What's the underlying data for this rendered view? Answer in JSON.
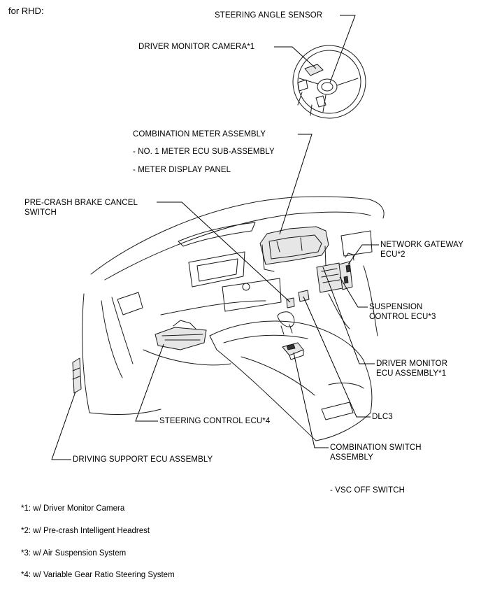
{
  "header": {
    "variant": "for RHD:"
  },
  "labels": {
    "steering_angle_sensor": "STEERING ANGLE SENSOR",
    "driver_monitor_camera": "DRIVER MONITOR CAMERA*1",
    "combination_meter": "COMBINATION METER ASSEMBLY",
    "meter_ecu": "- NO. 1 METER ECU SUB-ASSEMBLY",
    "meter_display": "- METER DISPLAY PANEL",
    "pre_crash_line1": "PRE-CRASH BRAKE CANCEL",
    "pre_crash_line2": "SWITCH",
    "network_gateway_line1": "NETWORK GATEWAY",
    "network_gateway_line2": "ECU*2",
    "suspension_line1": "SUSPENSION",
    "suspension_line2": "CONTROL ECU*3",
    "driver_monitor_ecu_line1": "DRIVER MONITOR",
    "driver_monitor_ecu_line2": "ECU ASSEMBLY*1",
    "dlc3": "DLC3",
    "steering_control_ecu": "STEERING CONTROL ECU*4",
    "combination_switch_line1": "COMBINATION SWITCH",
    "combination_switch_line2": "ASSEMBLY",
    "driving_support_ecu": "DRIVING SUPPORT ECU ASSEMBLY",
    "vsc_off_switch": "- VSC OFF SWITCH"
  },
  "footnotes": [
    "*1: w/ Driver Monitor Camera",
    "*2: w/ Pre-crash Intelligent Headrest",
    "*3: w/ Air Suspension System",
    "*4: w/ Variable Gear Ratio Steering System"
  ]
}
